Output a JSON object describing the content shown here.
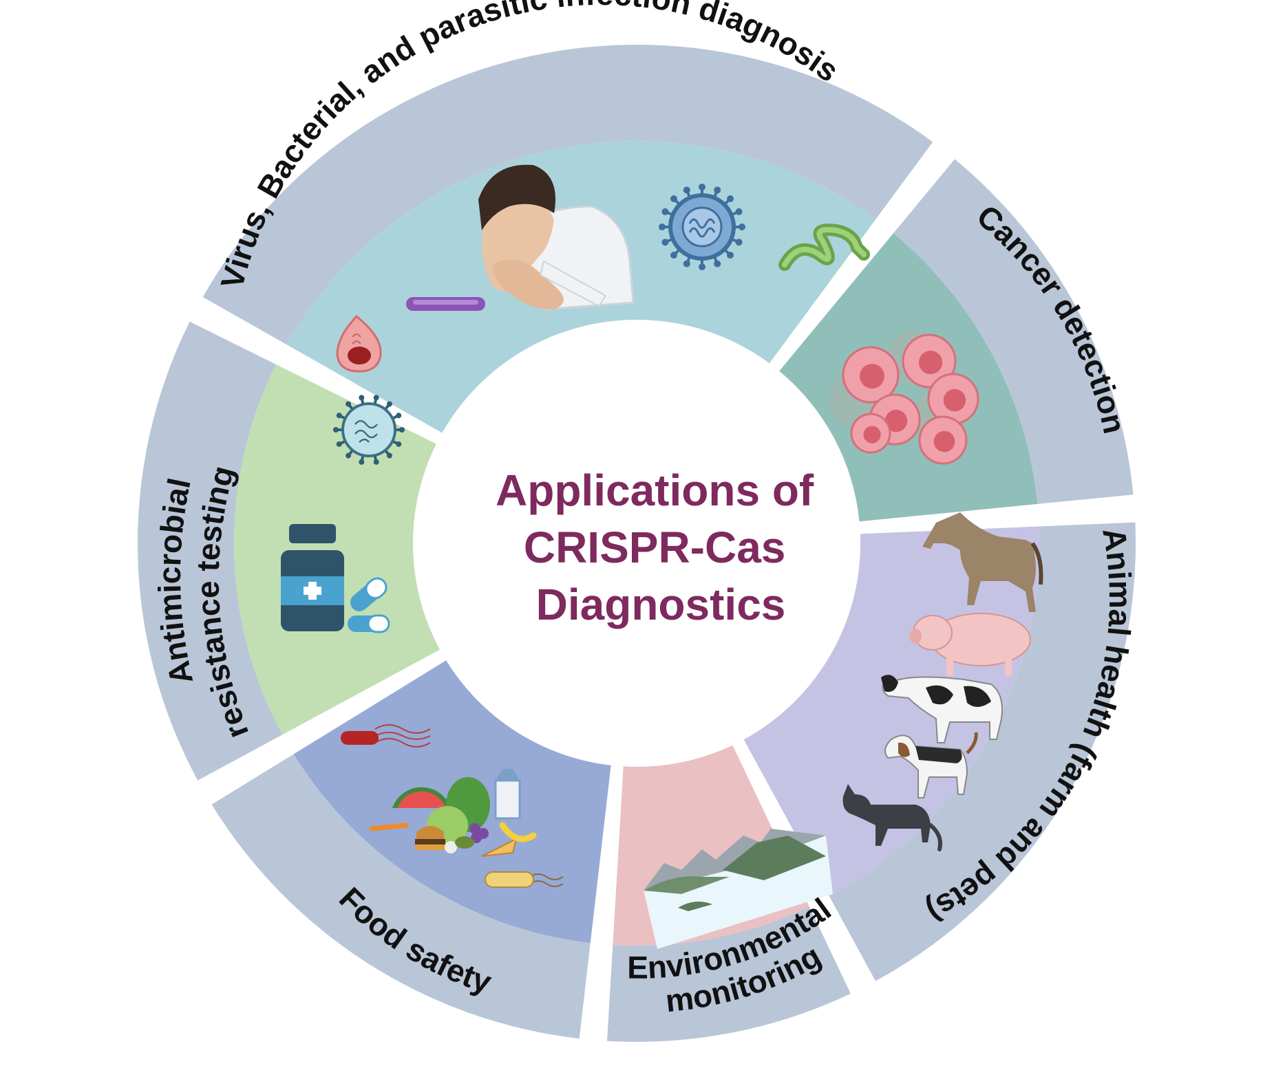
{
  "center_title": {
    "lines": [
      "Applications of",
      "CRISPR-Cas",
      "Diagnostics"
    ],
    "color": "#7e2a5e"
  },
  "colors": {
    "outer_ring": "#b9c6d8",
    "gap": "#ffffff"
  },
  "segments": [
    {
      "id": "infection",
      "label": "Virus, Bacterial, and parasitic infection diagnosis",
      "inner_color": "#abd3db",
      "icons": [
        "coughing-person-icon",
        "coronavirus-icon",
        "filovirus-icon",
        "bacillus-bacterium-icon",
        "parasite-icon",
        "virus-particle-icon"
      ]
    },
    {
      "id": "cancer",
      "label": "Cancer detection",
      "inner_color": "#8fbfb8",
      "icons": [
        "cancer-cells-icon"
      ]
    },
    {
      "id": "animal",
      "label": "Animal health (farm and pets)",
      "inner_color": "#c4c3e4",
      "icons": [
        "horse-icon",
        "pig-icon",
        "cow-icon",
        "dog-icon",
        "cat-icon"
      ]
    },
    {
      "id": "environment",
      "label_lines": [
        "Environmental",
        "monitoring"
      ],
      "inner_color": "#eac0c3",
      "icons": [
        "mountain-lake-icon"
      ]
    },
    {
      "id": "food",
      "label": "Food safety",
      "inner_color": "#96aad5",
      "icons": [
        "food-pile-icon",
        "flagellated-bacterium-icon",
        "rod-bacterium-icon"
      ]
    },
    {
      "id": "amr",
      "label_lines": [
        "Antimicrobial",
        "resistance testing"
      ],
      "inner_color": "#c1dfb2",
      "icons": [
        "medicine-bottle-icon",
        "capsule-icon"
      ]
    }
  ]
}
